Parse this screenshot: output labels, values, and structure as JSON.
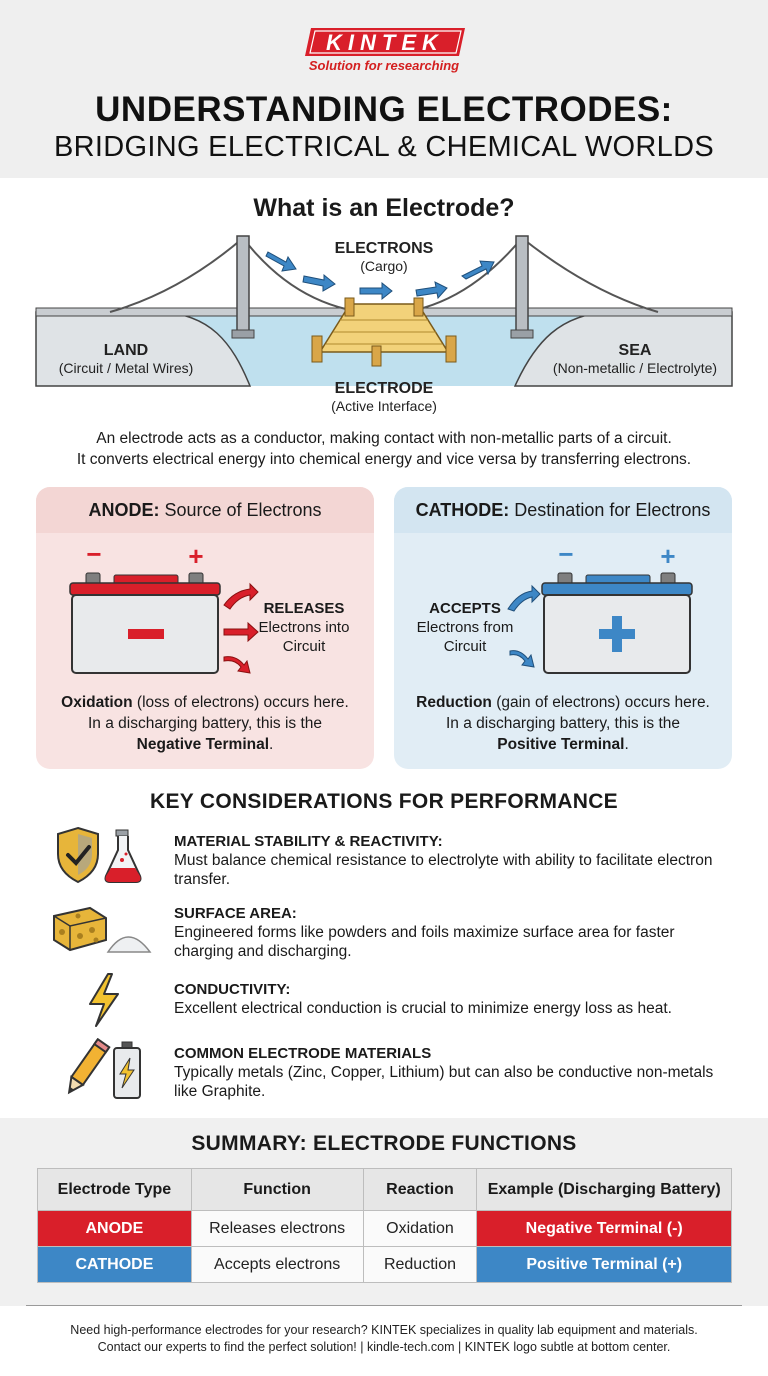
{
  "brand": {
    "logo_text": "KINTEK",
    "tagline": "Solution for researching",
    "colors": {
      "red": "#d91f2a",
      "blue": "#3d87c6"
    }
  },
  "title": {
    "line1": "UNDERSTANDING ELECTRODES:",
    "line2": "BRIDGING ELECTRICAL & CHEMICAL WORLDS"
  },
  "what": {
    "heading": "What is an Electrode?",
    "electrons_label": "ELECTRONS",
    "electrons_sub": "(Cargo)",
    "land_label": "LAND",
    "land_sub": "(Circuit / Metal Wires)",
    "sea_label": "SEA",
    "sea_sub": "(Non-metallic / Electrolyte)",
    "electrode_label": "ELECTRODE",
    "electrode_sub": "(Active Interface)",
    "description_line1": "An electrode acts as a conductor, making contact with non-metallic parts of a circuit.",
    "description_line2": "It converts electrical energy into chemical energy and vice versa by transferring electrons."
  },
  "anode": {
    "head_bold": "ANODE:",
    "head_rest": " Source of Electrons",
    "action": "RELEASES",
    "action_line2": "Electrons into",
    "action_line3": "Circuit",
    "text_bold": "Oxidation",
    "text_rest": " (loss of electrons) occurs here.",
    "text_line2": "In a discharging battery, this is the",
    "terminal": "Negative Terminal",
    "terminal_end": ".",
    "minus": "−",
    "plus": "+"
  },
  "cathode": {
    "head_bold": "CATHODE:",
    "head_rest": " Destination for Electrons",
    "action": "ACCEPTS",
    "action_line2": "Electrons from",
    "action_line3": "Circuit",
    "text_bold": "Reduction",
    "text_rest": " (gain of electrons) occurs here.",
    "text_line2": "In a discharging battery, this is the",
    "terminal": "Positive Terminal",
    "terminal_end": ".",
    "minus": "−",
    "plus": "+"
  },
  "key": {
    "heading": "KEY CONSIDERATIONS FOR PERFORMANCE",
    "items": [
      {
        "title": "MATERIAL STABILITY & REACTIVITY:",
        "text": "Must balance chemical resistance to electrolyte with ability to facilitate electron transfer.",
        "icon": "shield-flask-icon"
      },
      {
        "title": "SURFACE AREA:",
        "text": "Engineered forms like powders and foils maximize surface area for faster charging and discharging.",
        "icon": "sponge-powder-icon"
      },
      {
        "title": "CONDUCTIVITY:",
        "text": "Excellent electrical conduction is crucial to minimize energy loss as heat.",
        "icon": "lightning-icon"
      },
      {
        "title": "COMMON ELECTRODE MATERIALS",
        "text": "Typically metals (Zinc, Copper, Lithium) but can also be conductive non-metals like Graphite.",
        "icon": "pencil-battery-icon"
      }
    ]
  },
  "summary": {
    "heading": "SUMMARY: ELECTRODE FUNCTIONS",
    "columns": [
      "Electrode Type",
      "Function",
      "Reaction",
      "Example (Discharging Battery)"
    ],
    "rows": [
      [
        "ANODE",
        "Releases electrons",
        "Oxidation",
        "Negative Terminal (-)"
      ],
      [
        "CATHODE",
        "Accepts electrons",
        "Reduction",
        "Positive Terminal (+)"
      ]
    ]
  },
  "footer": {
    "line1": "Need high-performance electrodes for your research? KINTEK specializes in quality lab equipment and materials.",
    "line2": "Contact our experts to find the perfect solution! | kindle-tech.com  |  KINTEK logo subtle at bottom center."
  }
}
